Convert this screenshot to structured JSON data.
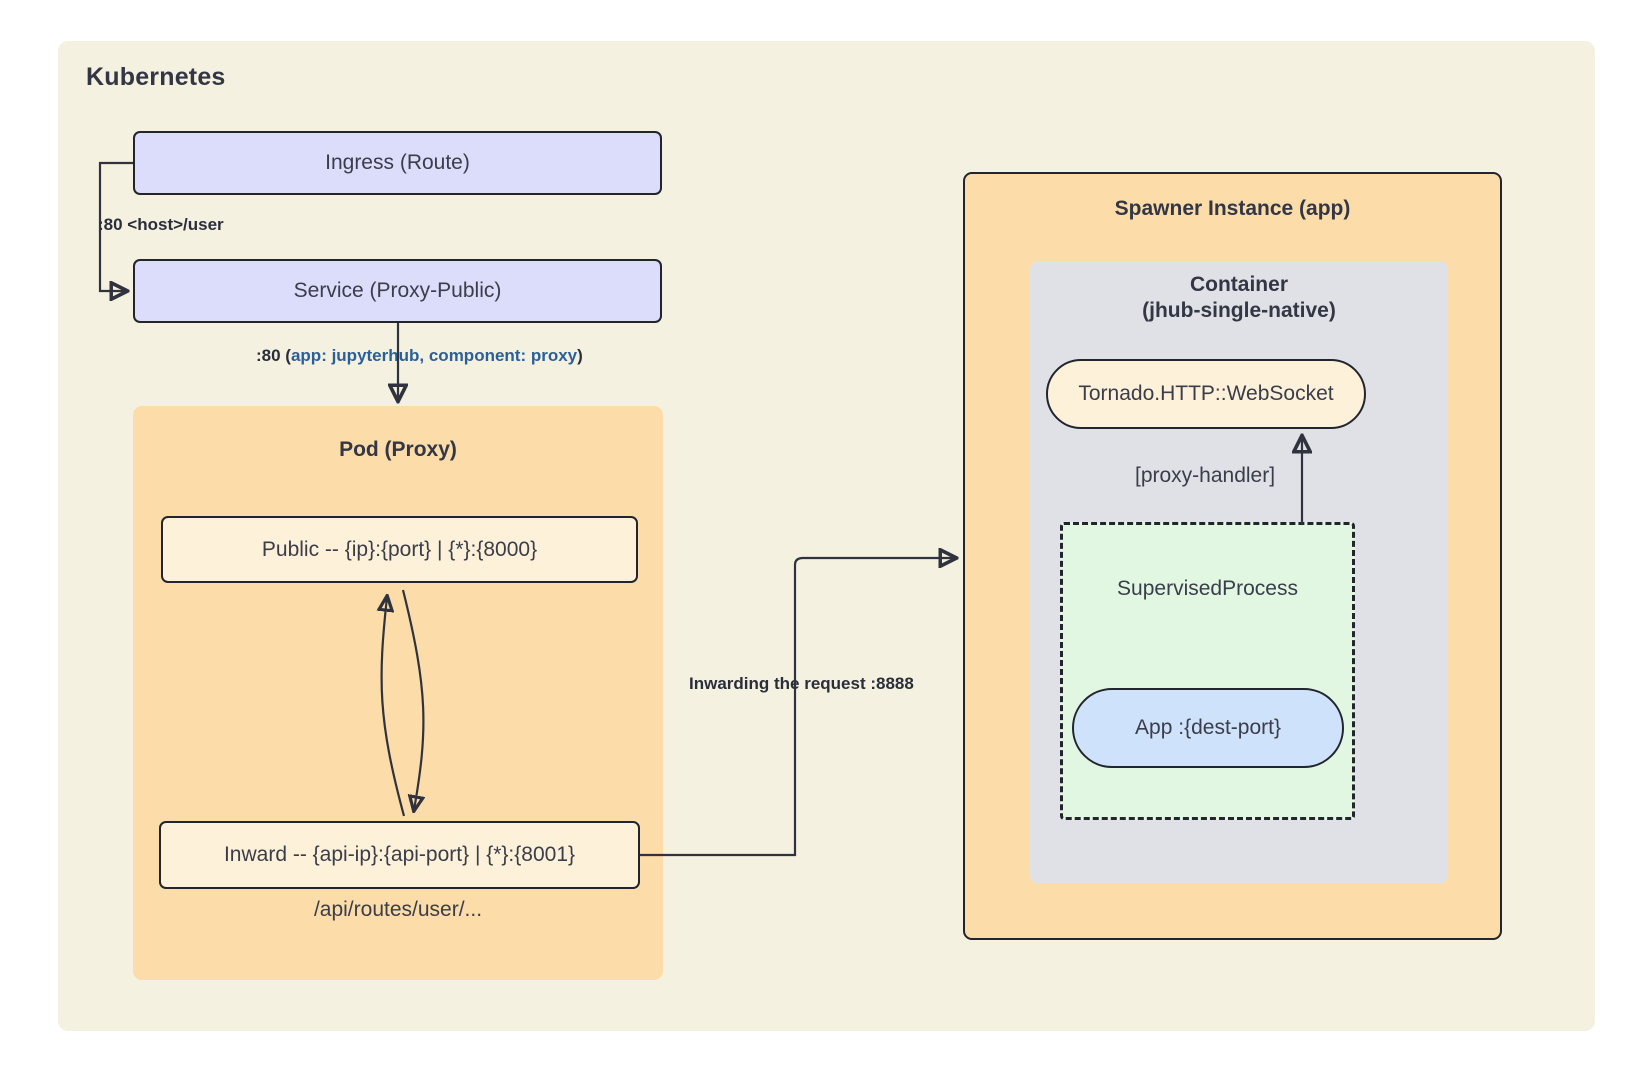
{
  "diagram": {
    "title": "Kubernetes",
    "background_color": "#f4f1e0",
    "stroke_color": "#23252e"
  },
  "left_column": {
    "ingress": {
      "label": "Ingress (Route)",
      "fill": "#dcdcfb"
    },
    "service": {
      "label": "Service (Proxy-Public)",
      "fill": "#dcdcfb"
    },
    "pod": {
      "title": "Pod (Proxy)",
      "fill": "#fcdca8",
      "public": {
        "label": "Public -- {ip}:{port} | {*}:{8000}",
        "fill": "#fdf1da"
      },
      "inward": {
        "label": "Inward -- {api-ip}:{api-port} | {*}:{8001}",
        "fill": "#fdf1da"
      },
      "route_note": "/api/routes/user/..."
    }
  },
  "right_column": {
    "spawner": {
      "title": "Spawner Instance (app)",
      "fill": "#fcdca8",
      "container": {
        "title_line1": "Container",
        "title_line2": "(jhub-single-native)",
        "fill": "#dfe1e6",
        "tornado": {
          "label": "Tornado.HTTP::WebSocket",
          "fill": "#fdf1da"
        },
        "proxy_handler_label": "[proxy-handler]",
        "supervised": {
          "label": "SupervisedProcess",
          "fill": "#e1f7e1",
          "app": {
            "label": "App :{dest-port}",
            "fill": "#cfe2fc"
          }
        }
      }
    }
  },
  "edges": {
    "ingress_to_service": "​:80 <host>/user",
    "ingress_to_service_text": ":80 <host>/user",
    "service_to_pod_prefix": ":80 (",
    "service_to_pod_accent": "app: jupyterhub, component: proxy",
    "service_to_pod_suffix": ")",
    "inward_to_spawner": "Inwarding the request :8888"
  }
}
